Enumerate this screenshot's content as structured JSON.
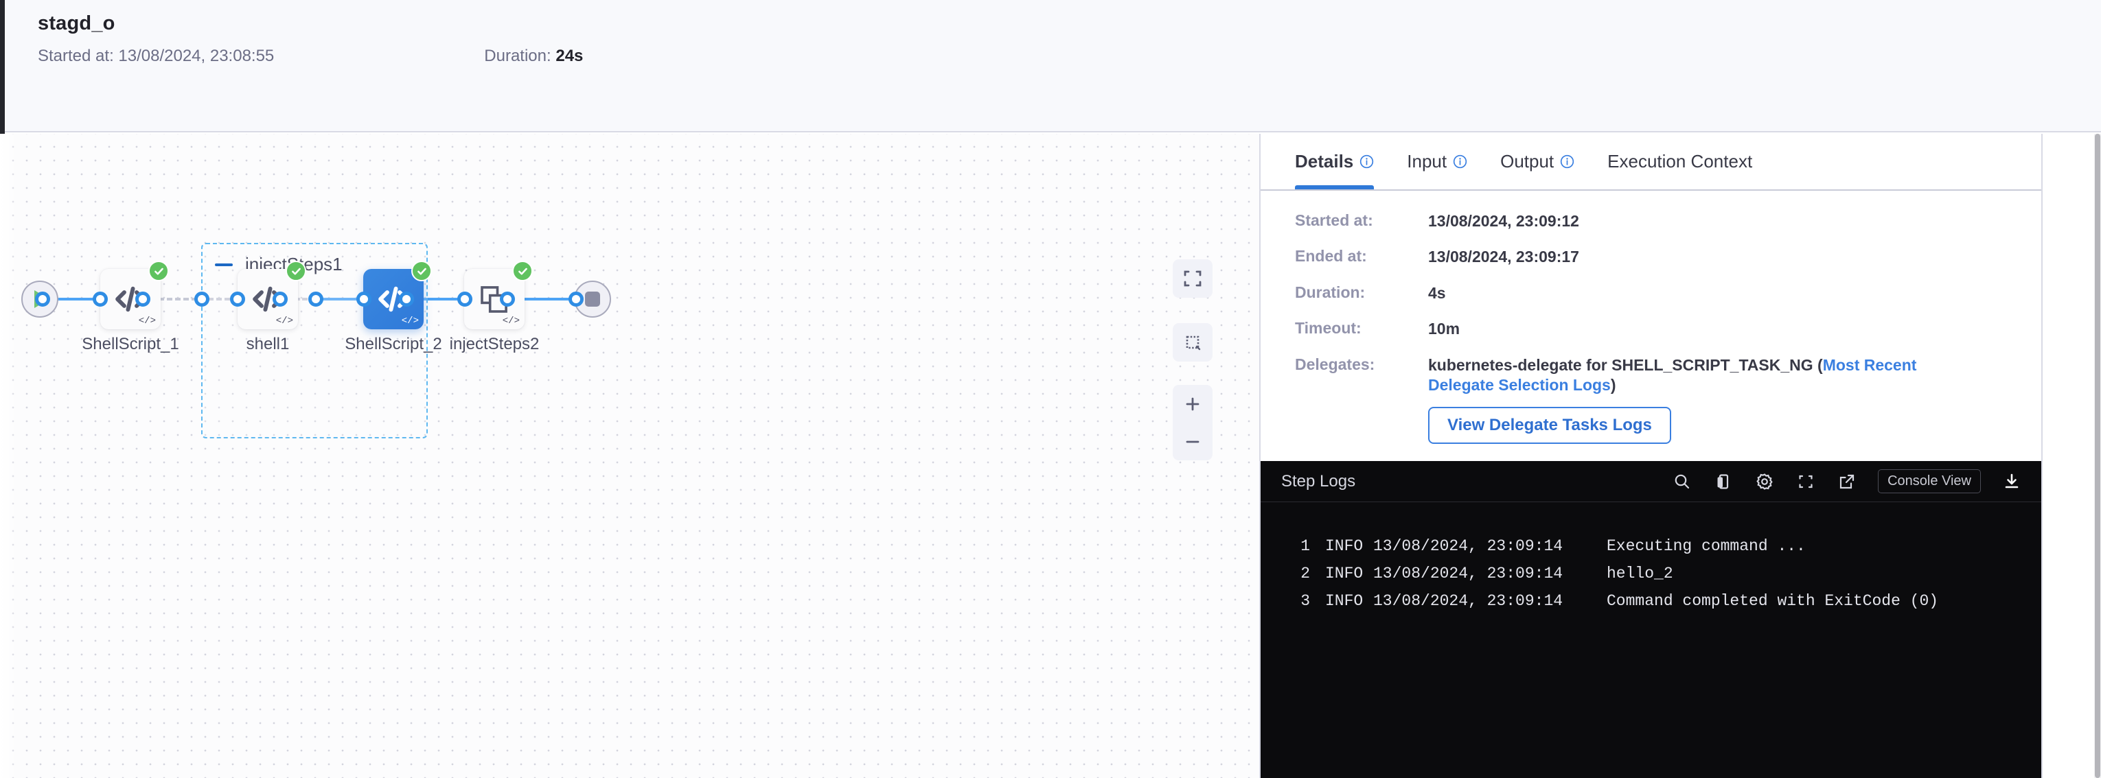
{
  "header": {
    "title": "stagd_o",
    "started_label": "Started at:",
    "started_value": "13/08/2024, 23:08:55",
    "duration_label": "Duration:",
    "duration_value": "24s"
  },
  "graph": {
    "nodes": [
      {
        "label": "ShellScript_1",
        "icon": "code-icon",
        "status": "success",
        "selected": false
      },
      {
        "label": "shell1",
        "icon": "code-icon",
        "status": "success",
        "selected": false
      },
      {
        "label": "ShellScript_2",
        "icon": "code-icon",
        "status": "success",
        "selected": true
      },
      {
        "label": "injectSteps2",
        "icon": "step-group-icon",
        "status": "success",
        "selected": false
      }
    ],
    "group": {
      "title": "injectSteps1"
    },
    "start_icon": "play-icon",
    "end_icon": "stop-icon",
    "controls": [
      {
        "name": "fit-to-screen",
        "icon": "fit-screen-icon"
      },
      {
        "name": "selection-box",
        "icon": "dashed-select-icon"
      },
      {
        "name": "zoom-in",
        "icon": "plus-icon"
      },
      {
        "name": "zoom-out",
        "icon": "minus-icon"
      }
    ]
  },
  "panel": {
    "tabs": [
      {
        "label": "Details",
        "info": true,
        "active": true
      },
      {
        "label": "Input",
        "info": true,
        "active": false
      },
      {
        "label": "Output",
        "info": true,
        "active": false
      },
      {
        "label": "Execution Context",
        "info": false,
        "active": false
      }
    ],
    "details": {
      "started_label": "Started at:",
      "started_value": "13/08/2024, 23:09:12",
      "ended_label": "Ended at:",
      "ended_value": "13/08/2024, 23:09:17",
      "duration_label": "Duration:",
      "duration_value": "4s",
      "timeout_label": "Timeout:",
      "timeout_value": "10m",
      "delegates_label": "Delegates:",
      "delegates_value": "kubernetes-delegate for SHELL_SCRIPT_TASK_NG (",
      "delegates_link": "Most Recent Delegate Selection Logs",
      "delegates_suffix": ")",
      "delegate_button": "View Delegate Tasks Logs"
    }
  },
  "console": {
    "title": "Step Logs",
    "actions": [
      {
        "name": "search-icon"
      },
      {
        "name": "copy-icon"
      },
      {
        "name": "gear-icon"
      },
      {
        "name": "fullscreen-icon"
      },
      {
        "name": "external-link-icon"
      }
    ],
    "view_button": "Console View",
    "download_icon": "download-icon",
    "logs": [
      {
        "num": "1",
        "level": "INFO",
        "time": "13/08/2024, 23:09:14",
        "message": "Executing command ..."
      },
      {
        "num": "2",
        "level": "INFO",
        "time": "13/08/2024, 23:09:14",
        "message": "hello_2"
      },
      {
        "num": "3",
        "level": "INFO",
        "time": "13/08/2024, 23:09:14",
        "message": "Command completed with ExitCode (0)"
      }
    ]
  },
  "colors": {
    "accent": "#2f79d8",
    "success": "#5fc25f",
    "link": "#3a7fe0",
    "edge": "#4da3f5",
    "console_bg": "#0b0b0d"
  }
}
